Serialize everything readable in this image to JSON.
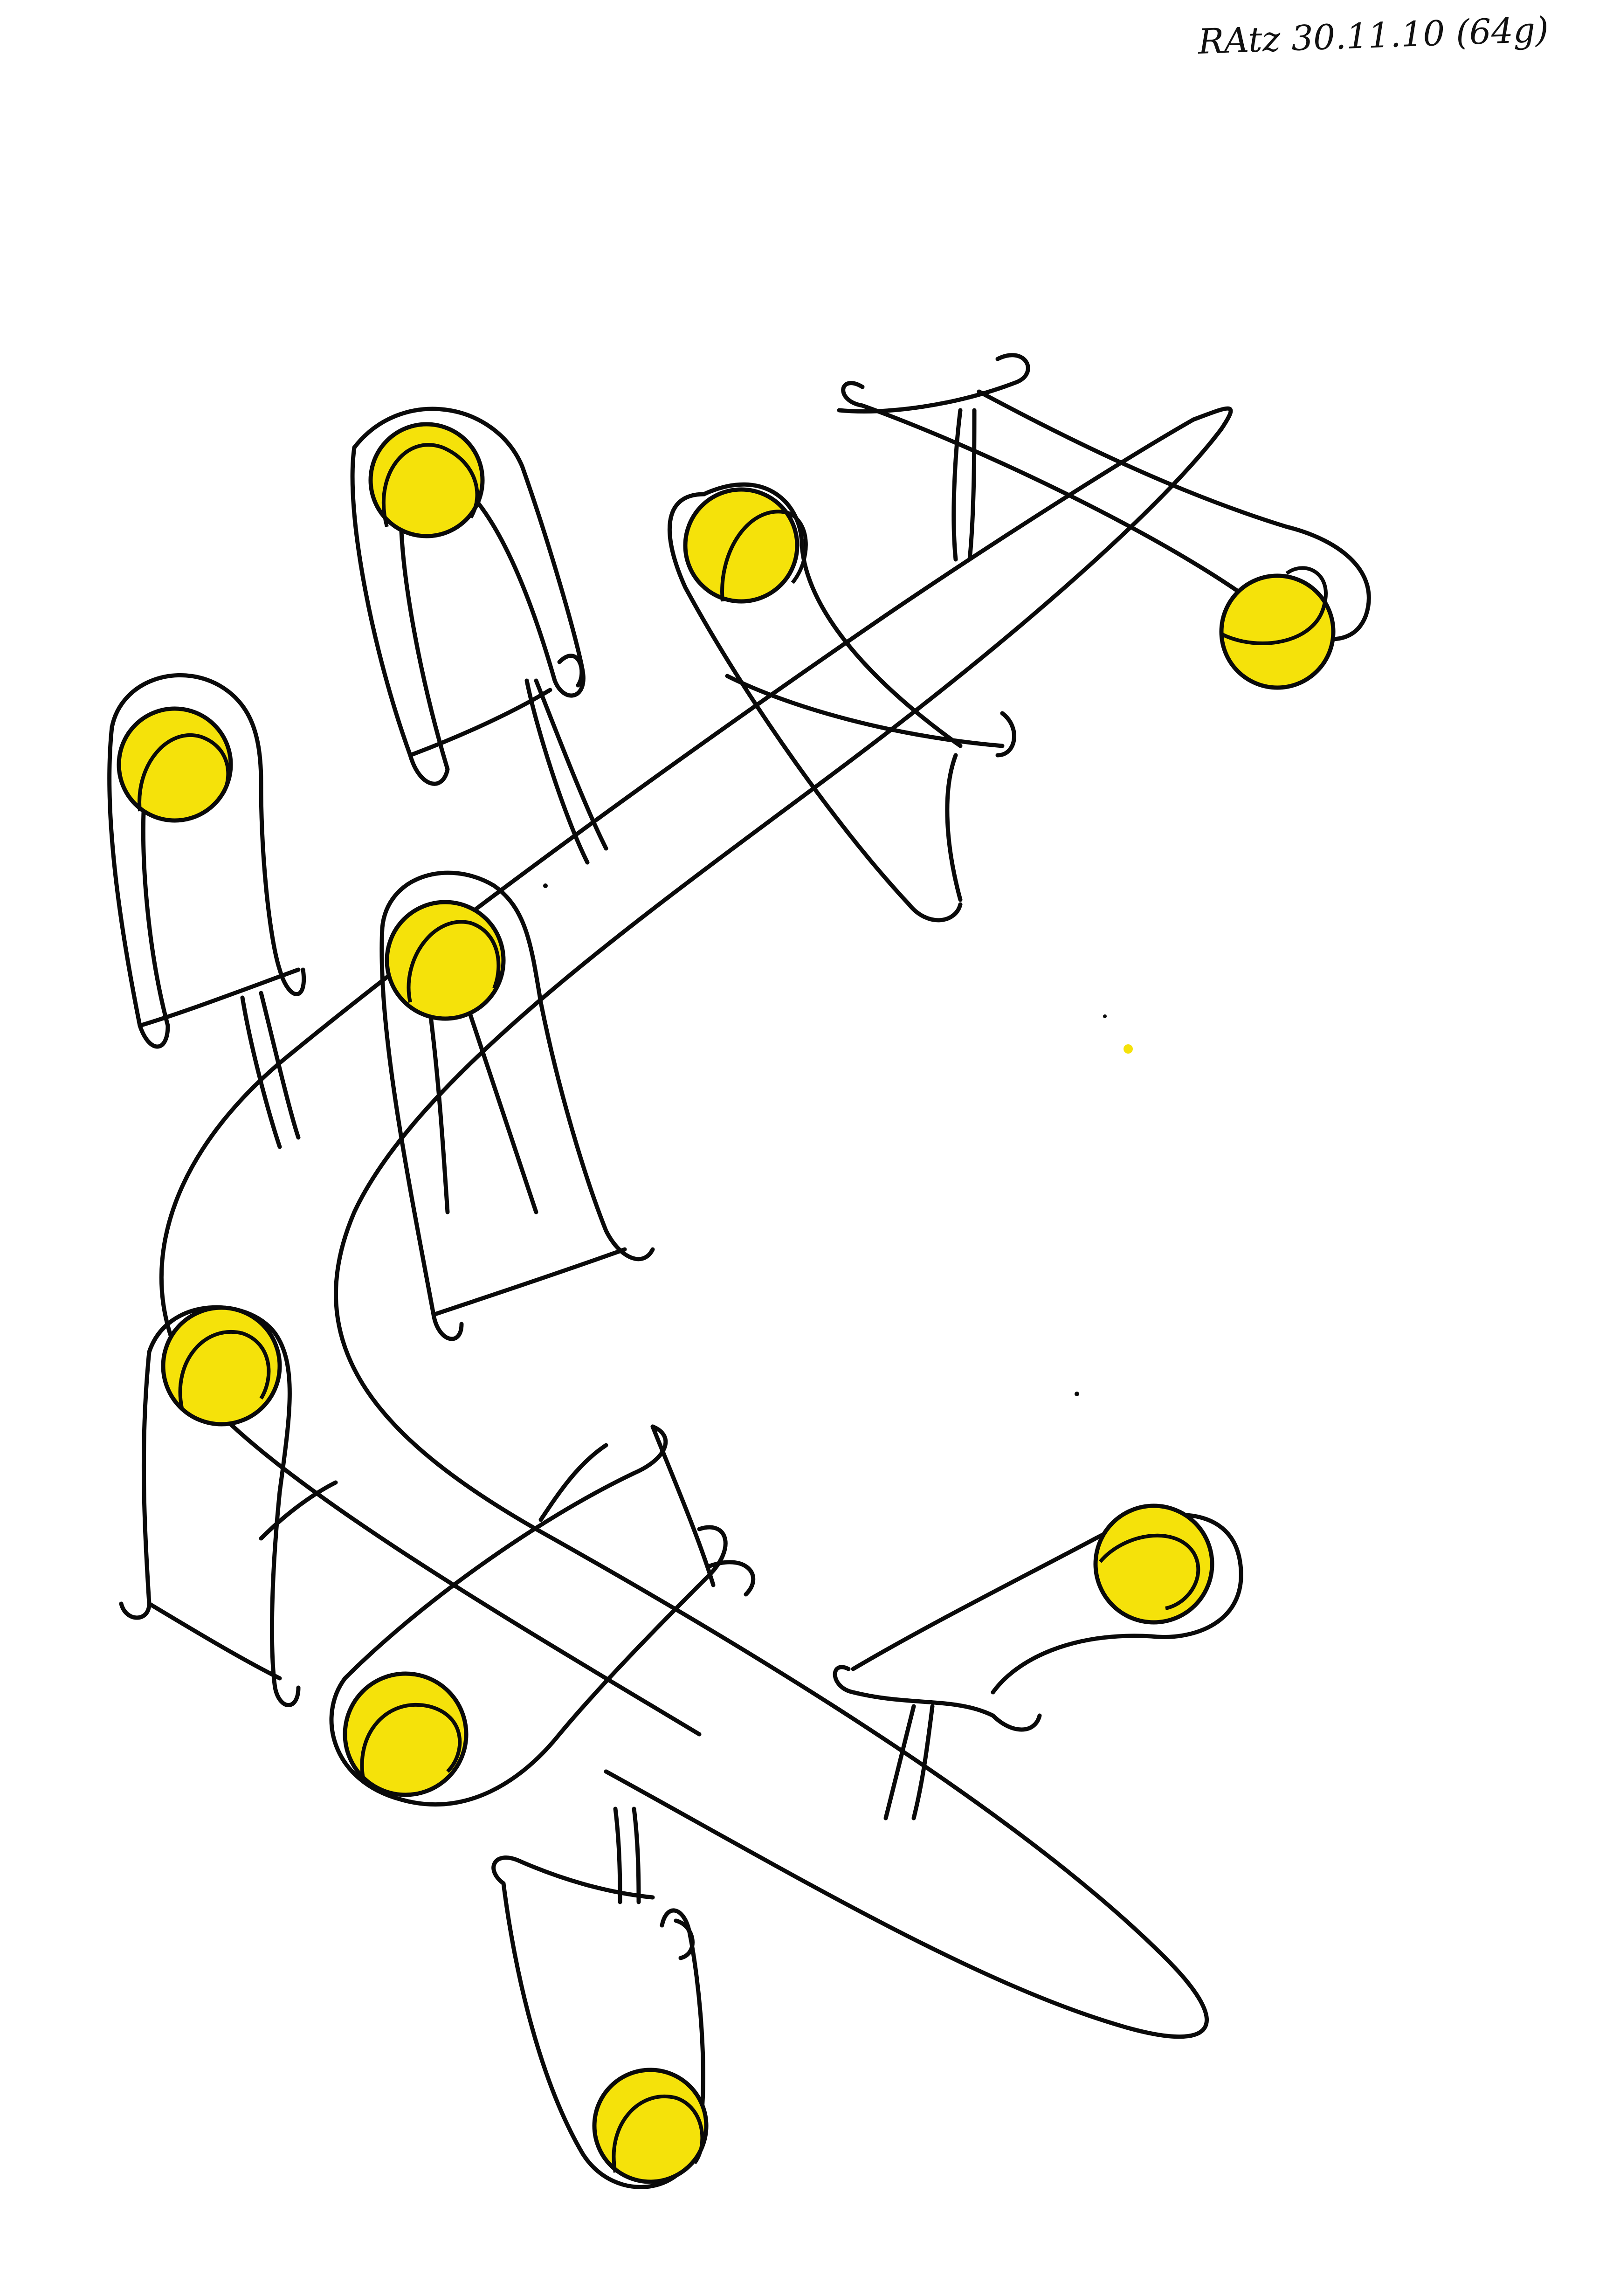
{
  "signature": {
    "text": "RAtz 30.11.10 (64g)"
  },
  "colors": {
    "ball_fill": "#f5e20a",
    "ink": "#0a0a0a",
    "paper": "#ffffff"
  },
  "figures": [
    {
      "name": "figure-1",
      "icon": "slingshot-figure"
    },
    {
      "name": "figure-2",
      "icon": "slingshot-figure"
    },
    {
      "name": "figure-3",
      "icon": "slingshot-figure"
    },
    {
      "name": "figure-4",
      "icon": "slingshot-figure"
    },
    {
      "name": "figure-5",
      "icon": "slingshot-figure"
    },
    {
      "name": "figure-6",
      "icon": "slingshot-figure"
    },
    {
      "name": "figure-7",
      "icon": "slingshot-figure"
    },
    {
      "name": "figure-8",
      "icon": "slingshot-figure"
    },
    {
      "name": "figure-9",
      "icon": "slingshot-figure"
    }
  ]
}
